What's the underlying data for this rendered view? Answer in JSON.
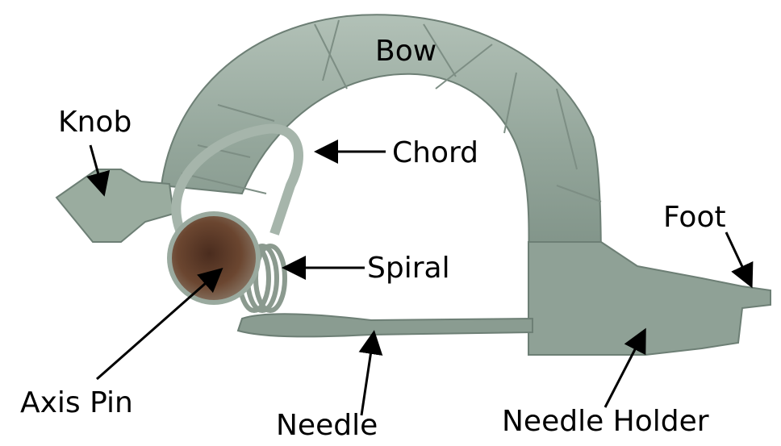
{
  "labels": {
    "bow": "Bow",
    "knob": "Knob",
    "chord": "Chord",
    "foot": "Foot",
    "spiral": "Spiral",
    "axis_pin": "Axis Pin",
    "needle": "Needle",
    "needle_holder": "Needle Holder"
  },
  "colors": {
    "bronze": "#94a69b",
    "bronze_dark": "#6d7f75",
    "bronze_light": "#c4d0c8",
    "rust": "#5a3a28",
    "text": "#000000",
    "arrow": "#000000"
  }
}
